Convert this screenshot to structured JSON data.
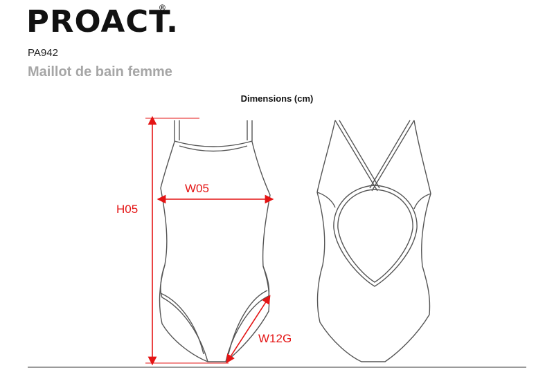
{
  "brand": {
    "logo_text": "PROACT.",
    "registered_mark": "®"
  },
  "product": {
    "code": "PA942",
    "name": "Maillot de bain femme"
  },
  "section": {
    "title": "Dimensions (cm)"
  },
  "measurements": {
    "height": "H05",
    "width": "W05",
    "leg_opening": "W12G"
  },
  "colors": {
    "dimension_lines": "#e41414",
    "product_name": "#a6a6a6",
    "outline": "#555555"
  }
}
